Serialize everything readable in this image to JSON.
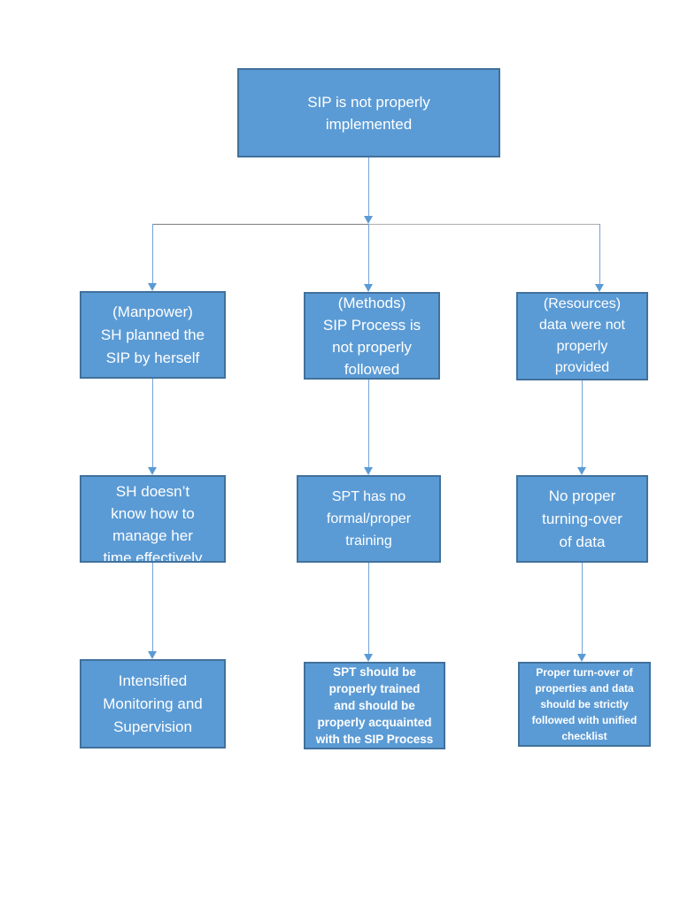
{
  "colors": {
    "box_fill": "#5b9bd5",
    "box_border": "#41719c",
    "box_text": "#ffffff",
    "connector_blue": "#74a3da",
    "arrowhead_blue": "#5b9bd5",
    "branch_bar_gray_left": "#7f7f7f",
    "branch_bar_gray_right": "#acacac",
    "page_background": "#ffffff"
  },
  "diagram": {
    "root": {
      "label": "SIP is not properly\nimplemented"
    },
    "columns": [
      {
        "id": "manpower",
        "cause": "(Manpower)\nSH planned the\nSIP by herself",
        "sub_cause": "SH doesn’t\nknow how to\nmanage her\ntime effectively",
        "action": "Intensified\nMonitoring and\nSupervision"
      },
      {
        "id": "methods",
        "cause": "(Methods)\nSIP Process is\nnot properly\nfollowed",
        "sub_cause": "SPT has no\nformal/proper\ntraining",
        "action": "SPT should be\nproperly trained\nand should be\nproperly acquainted\nwith the SIP Process"
      },
      {
        "id": "resources",
        "cause": "(Resources)\ndata were not\nproperly\nprovided",
        "sub_cause": "No proper\nturning-over\nof data",
        "action": "Proper turn-over of\nproperties and data\nshould be strictly\nfollowed with unified\nchecklist"
      }
    ]
  }
}
